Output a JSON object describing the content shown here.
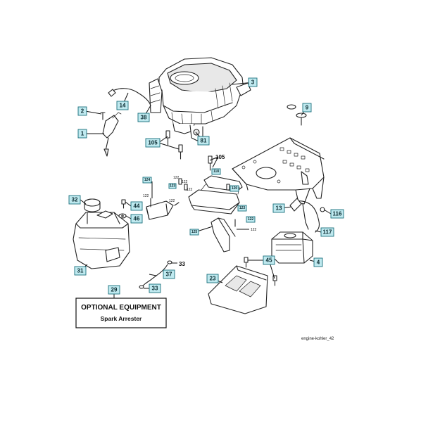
{
  "callouts": {
    "c3": "3",
    "c14": "14",
    "c2": "2",
    "c38": "38",
    "c1": "1",
    "c105a": "105",
    "c81": "81",
    "c9": "9",
    "c32": "32",
    "c44": "44",
    "c46": "46",
    "c31": "31",
    "c13": "13",
    "c116": "116",
    "c117": "117",
    "c37": "37",
    "c33b": "33",
    "c45": "45",
    "c4": "4",
    "c23": "23",
    "c29": "29",
    "s124": "124",
    "s123a": "123",
    "s120": "120",
    "s118": "118",
    "s123b": "123",
    "s122box": "122",
    "s125": "125"
  },
  "plain_labels": {
    "p105": "105",
    "p33a": "33",
    "t122a": "122",
    "t122b": "122",
    "t122c": "122",
    "t122d": "122",
    "t122e": "122",
    "t122f": "122"
  },
  "optional_box": {
    "title": "OPTIONAL EQUIPMENT",
    "subtitle": "Spark Arrester"
  },
  "figure_id": "engine-kohler_42"
}
